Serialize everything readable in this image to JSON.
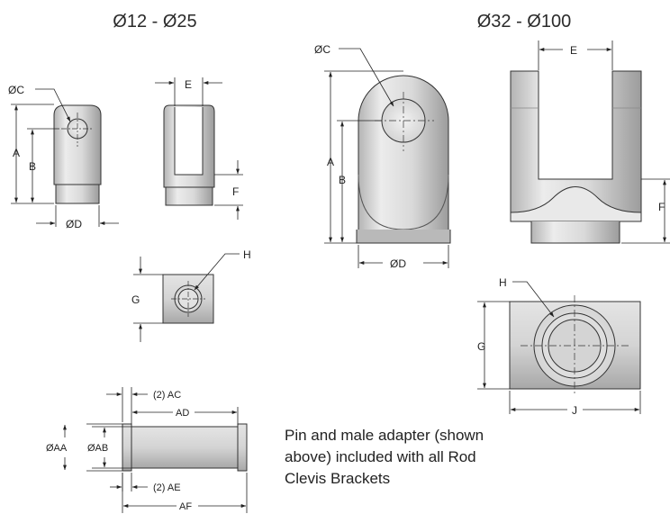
{
  "titles": {
    "small_series": "Ø12 - Ø25",
    "large_series": "Ø32 - Ø100"
  },
  "small_series": {
    "labels": {
      "C": "ØC",
      "A": "A",
      "B": "B",
      "E": "E",
      "F": "F",
      "D": "ØD",
      "G": "G",
      "H": "H"
    }
  },
  "large_series": {
    "labels": {
      "C": "ØC",
      "A": "A",
      "B": "B",
      "E": "E",
      "F": "F",
      "D": "ØD",
      "G": "G",
      "H": "H",
      "J": "J"
    }
  },
  "pin": {
    "labels": {
      "AC": "(2) AC",
      "AD": "AD",
      "AA": "ØAA",
      "AB": "ØAB",
      "AE": "(2) AE",
      "AF": "AF"
    }
  },
  "note": {
    "lines": [
      "Pin and male adapter (shown",
      "above) included with all Rod",
      "Clevis Brackets"
    ]
  }
}
